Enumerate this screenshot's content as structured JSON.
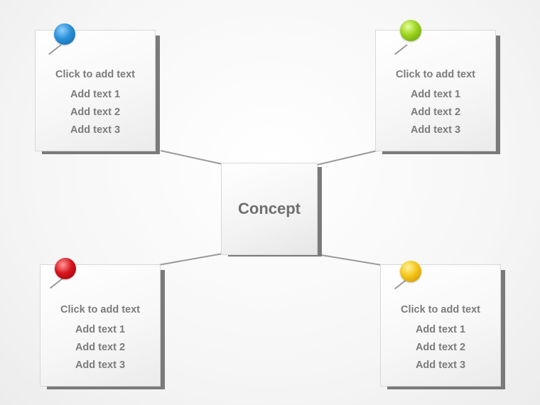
{
  "center": {
    "label": "Concept"
  },
  "notes": [
    {
      "pin_color": "#2a8fd8",
      "title": "Click to add text",
      "items": [
        "Add text 1",
        "Add text 2",
        "Add text 3"
      ]
    },
    {
      "pin_color": "#9bd21e",
      "title": "Click to add text",
      "items": [
        "Add text 1",
        "Add text 2",
        "Add text 3"
      ]
    },
    {
      "pin_color": "#d8151f",
      "title": "Click to add text",
      "items": [
        "Add text 1",
        "Add text 2",
        "Add text 3"
      ]
    },
    {
      "pin_color": "#f5c518",
      "title": "Click to add text",
      "items": [
        "Add text 1",
        "Add text 2",
        "Add text 3"
      ]
    }
  ]
}
